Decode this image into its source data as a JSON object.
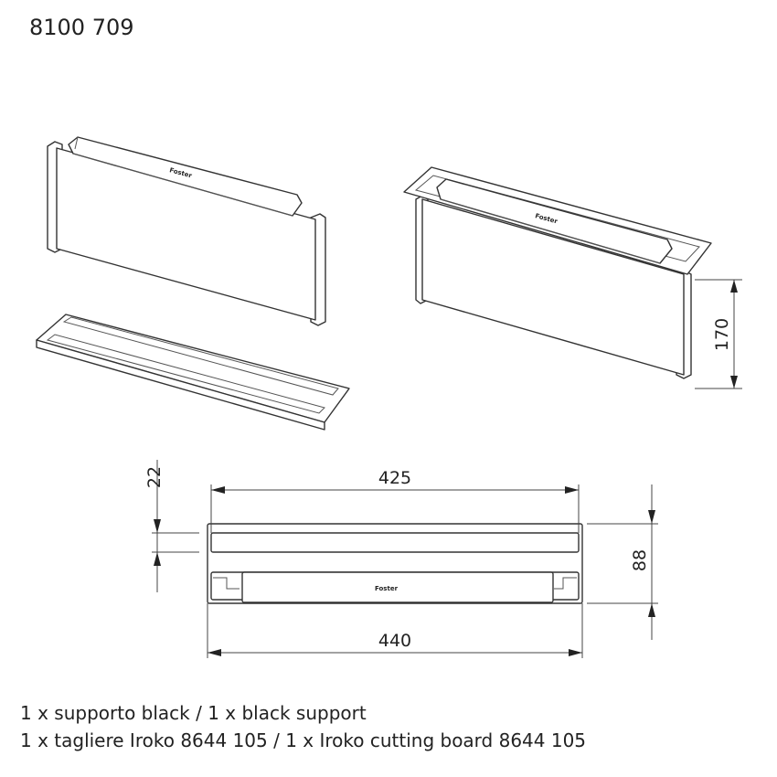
{
  "code": "8100 709",
  "logo_text": "Foster",
  "dimensions": {
    "width_inner": "425",
    "width_outer": "440",
    "slot_height": "22",
    "depth": "88",
    "height": "170"
  },
  "captions": [
    "1 x supporto black / 1 x black support",
    "1 x tagliere Iroko 8644 105 / 1 x Iroko cutting board 8644 105"
  ]
}
